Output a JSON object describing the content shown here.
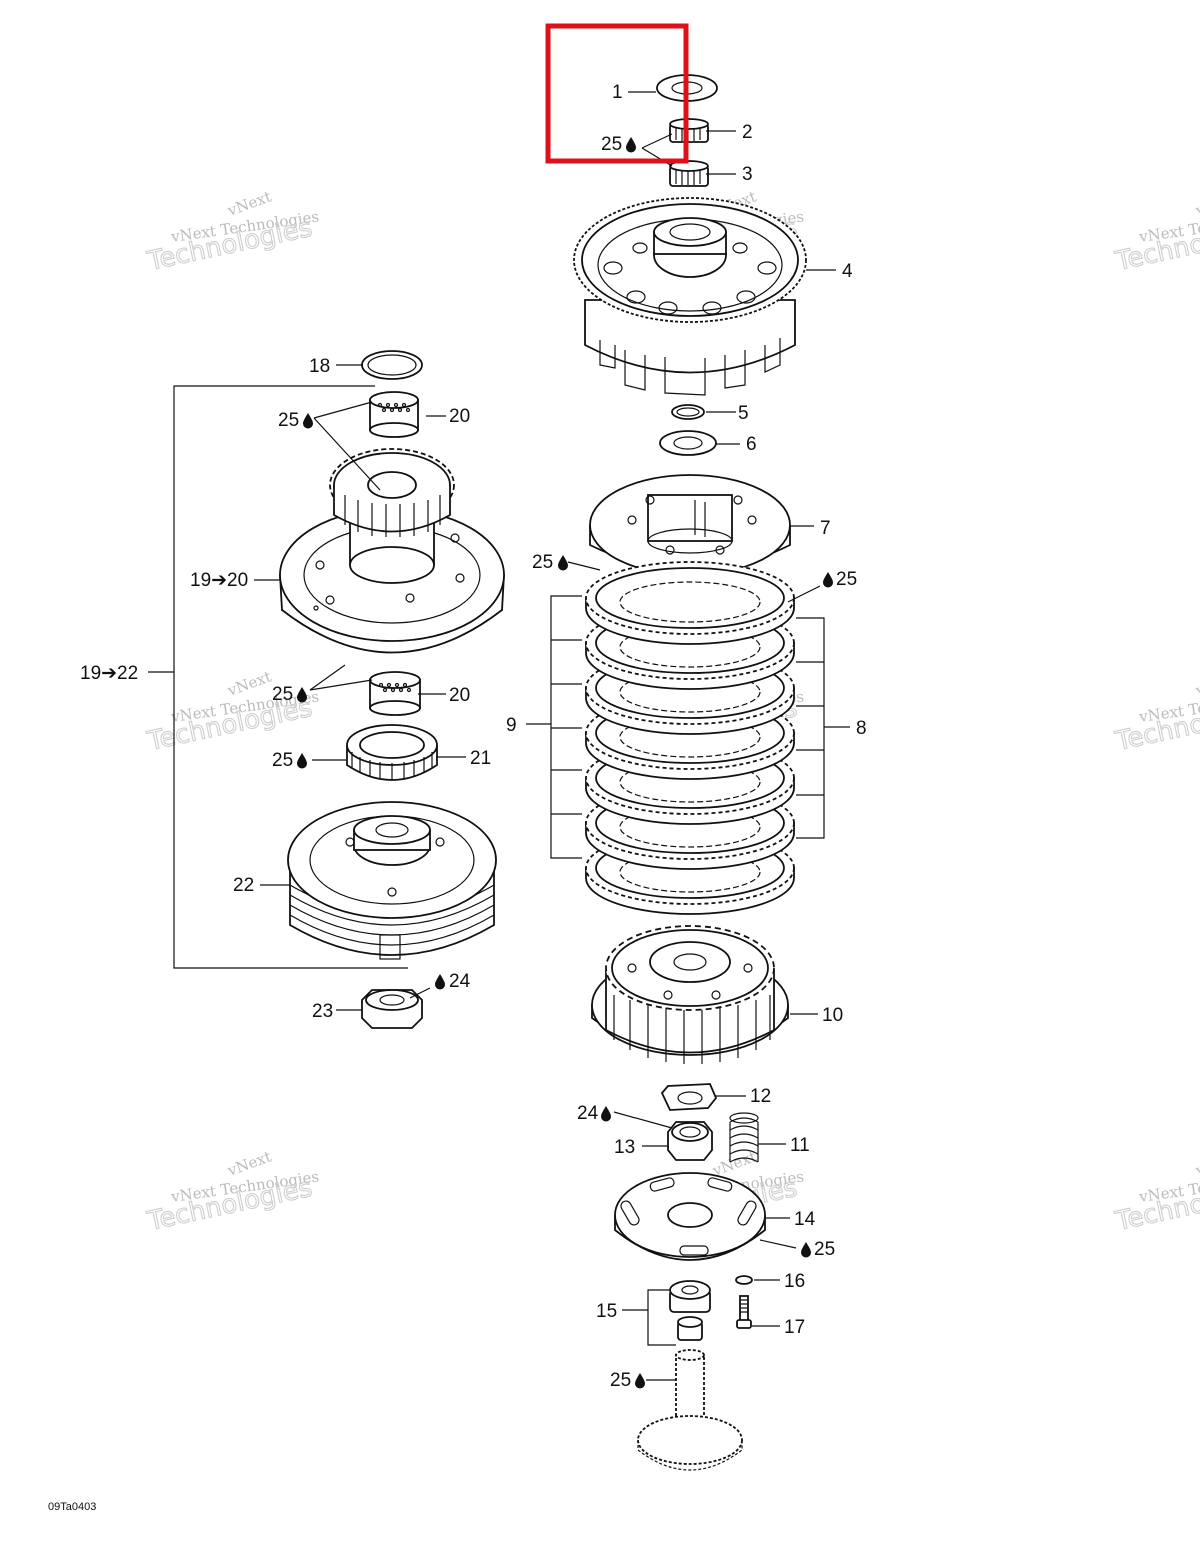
{
  "diagram_code": "09Ta0403",
  "watermark": {
    "line1": "vNext Technologies",
    "line2": "vNext",
    "line3": "Technologies"
  },
  "highlight": {
    "color": "#e0101a",
    "target": "part-1"
  },
  "labels": {
    "p1": "1",
    "p2": "2",
    "p3": "3",
    "p4": "4",
    "p5": "5",
    "p6": "6",
    "p7": "7",
    "p8": "8",
    "p9": "9",
    "p10": "10",
    "p11": "11",
    "p12": "12",
    "p13": "13",
    "p14": "14",
    "p15": "15",
    "p16": "16",
    "p17": "17",
    "p18": "18",
    "p19_20": "19➔20",
    "p19_22": "19➔22",
    "p20a": "20",
    "p20b": "20",
    "p21": "21",
    "p22": "22",
    "p23": "23",
    "p24a": "24",
    "p24b": "24",
    "lube_25": "25"
  },
  "icons": {
    "lube": "oil-drop-icon"
  },
  "colors": {
    "line": "#111111",
    "watermark": "#c8c8c8",
    "highlight": "#e0101a"
  }
}
